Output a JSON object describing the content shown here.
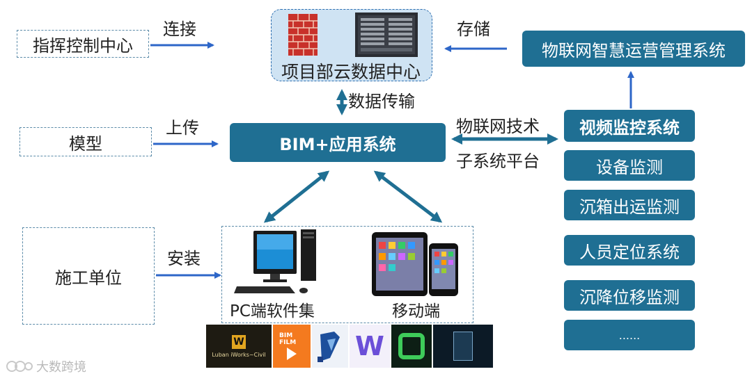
{
  "left_boxes": {
    "command_center": "指挥控制中心",
    "model": "模型",
    "construction_unit": "施工单位"
  },
  "edge_labels": {
    "connect": "连接",
    "upload": "上传",
    "install": "安装",
    "store": "存储",
    "data_transfer": "数据传输",
    "iot_tech_line1": "物联网技术",
    "iot_tech_line2": "子系统平台"
  },
  "center": {
    "cloud_label": "项目部云数据中心",
    "bim_label": "BIM+应用系统",
    "pc_label": "PC端软件集",
    "mobile_label": "移动端"
  },
  "right": {
    "iot_mgmt": "物联网智慧运营管理系统",
    "subsystems": [
      "视频监控系统",
      "设备监测",
      "沉箱出运监测",
      "人员定位系统",
      "沉降位移监测",
      "......"
    ]
  },
  "software_logos": [
    {
      "name": "Luban iWorks~Civil",
      "icon": "luban-iworks-logo"
    },
    {
      "name": "BIM FILM",
      "icon": "bimfilm-logo"
    },
    {
      "name": "",
      "icon": "revit-logo"
    },
    {
      "name": "",
      "icon": "w-logo"
    },
    {
      "name": "",
      "icon": "q-logo"
    },
    {
      "name": "",
      "icon": "lumion-logo"
    }
  ],
  "watermark": "大数跨境"
}
